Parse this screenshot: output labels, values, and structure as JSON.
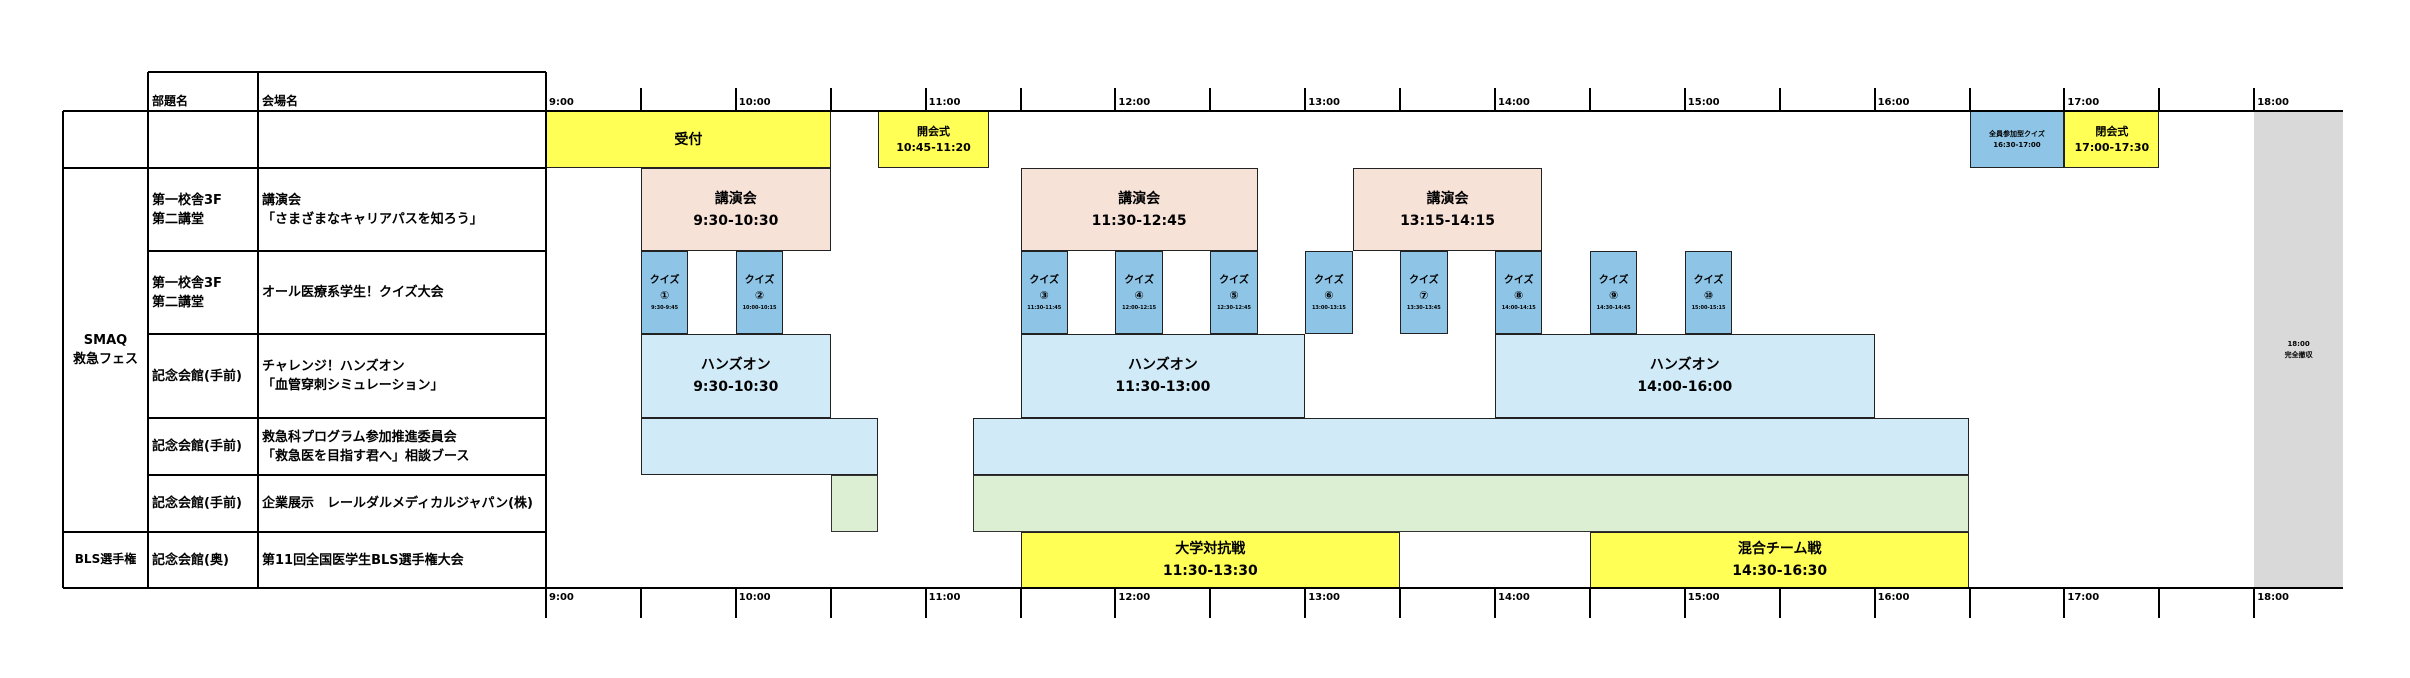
{
  "headers": {
    "department": "部題名",
    "venue": "会場名"
  },
  "time_ticks": [
    "9:00",
    "10:00",
    "11:00",
    "12:00",
    "13:00",
    "14:00",
    "15:00",
    "16:00",
    "17:00",
    "18:00"
  ],
  "rows": [
    {
      "id": "opening",
      "department": "",
      "venue": ""
    },
    {
      "id": "lecture",
      "department": "第一校舎3F\n第二講堂",
      "venue": "講演会\n「さまざまなキャリアパスを知ろう」"
    },
    {
      "id": "quiz",
      "department": "第一校舎3F\n第二講堂",
      "venue": "オール医療系学生！クイズ大会"
    },
    {
      "id": "handson",
      "department": "記念会館(手前)",
      "venue": "チャレンジ！ハンズオン\n「血管穿刺シミュレーション」"
    },
    {
      "id": "booth",
      "department": "記念会館(手前)",
      "venue": "救急科プログラム参加推進委員会\n「救急医を目指す君へ」相談ブース"
    },
    {
      "id": "expo",
      "department": "記念会館(手前)",
      "venue": "企業展示　レールダルメディカルジャパン(株)"
    },
    {
      "id": "bls",
      "department": "記念会館(奥)",
      "venue": "第11回全国医学生BLS選手権大会"
    }
  ],
  "groups": {
    "smaq": "SMAQ\n救急フェス",
    "bls": "BLS選手権"
  },
  "events": [
    {
      "row": "opening",
      "start": "9:00",
      "end": "10:30",
      "style": "yellow",
      "lines": [
        "受付"
      ]
    },
    {
      "row": "opening",
      "start": "10:45",
      "end": "11:20",
      "style": "yellow",
      "lines": [
        "開会式",
        "10:45-11:20"
      ]
    },
    {
      "row": "opening",
      "start": "16:30",
      "end": "17:00",
      "style": "blue",
      "lines": [
        "全員参加型クイズ",
        "16:30-17:00"
      ]
    },
    {
      "row": "opening",
      "start": "17:00",
      "end": "17:30",
      "style": "yellow",
      "lines": [
        "閉会式",
        "17:00-17:30"
      ]
    },
    {
      "row": "lecture",
      "start": "9:30",
      "end": "10:30",
      "style": "peach",
      "lines": [
        "講演会",
        "9:30-10:30"
      ]
    },
    {
      "row": "lecture",
      "start": "11:30",
      "end": "12:45",
      "style": "peach",
      "lines": [
        "講演会",
        "11:30-12:45"
      ]
    },
    {
      "row": "lecture",
      "start": "13:15",
      "end": "14:15",
      "style": "peach",
      "lines": [
        "講演会",
        "13:15-14:15"
      ]
    },
    {
      "row": "quiz",
      "start": "9:30",
      "end": "9:45",
      "style": "blue",
      "lines": [
        "クイズ",
        "①",
        "9:30-9:45"
      ]
    },
    {
      "row": "quiz",
      "start": "10:00",
      "end": "10:15",
      "style": "blue",
      "lines": [
        "クイズ",
        "②",
        "10:00-10:15"
      ]
    },
    {
      "row": "quiz",
      "start": "11:30",
      "end": "11:45",
      "style": "blue",
      "lines": [
        "クイズ",
        "③",
        "11:30-11:45"
      ]
    },
    {
      "row": "quiz",
      "start": "12:00",
      "end": "12:15",
      "style": "blue",
      "lines": [
        "クイズ",
        "④",
        "12:00-12:15"
      ]
    },
    {
      "row": "quiz",
      "start": "12:30",
      "end": "12:45",
      "style": "blue",
      "lines": [
        "クイズ",
        "⑤",
        "12:30-12:45"
      ]
    },
    {
      "row": "quiz",
      "start": "13:00",
      "end": "13:15",
      "style": "blue",
      "lines": [
        "クイズ",
        "⑥",
        "13:00-13:15"
      ]
    },
    {
      "row": "quiz",
      "start": "13:30",
      "end": "13:45",
      "style": "blue",
      "lines": [
        "クイズ",
        "⑦",
        "13:30-13:45"
      ]
    },
    {
      "row": "quiz",
      "start": "14:00",
      "end": "14:15",
      "style": "blue",
      "lines": [
        "クイズ",
        "⑧",
        "14:00-14:15"
      ]
    },
    {
      "row": "quiz",
      "start": "14:30",
      "end": "14:45",
      "style": "blue",
      "lines": [
        "クイズ",
        "⑨",
        "14:30-14:45"
      ]
    },
    {
      "row": "quiz",
      "start": "15:00",
      "end": "15:15",
      "style": "blue",
      "lines": [
        "クイズ",
        "⑩",
        "15:00-15:15"
      ]
    },
    {
      "row": "handson",
      "start": "9:30",
      "end": "10:30",
      "style": "lblue",
      "lines": [
        "ハンズオン",
        "9:30-10:30"
      ]
    },
    {
      "row": "handson",
      "start": "11:30",
      "end": "13:00",
      "style": "lblue",
      "lines": [
        "ハンズオン",
        "11:30-13:00"
      ]
    },
    {
      "row": "handson",
      "start": "14:00",
      "end": "16:00",
      "style": "lblue",
      "lines": [
        "ハンズオン",
        "14:00-16:00"
      ]
    },
    {
      "row": "booth",
      "start": "9:30",
      "end": "10:45",
      "style": "lblue",
      "lines": []
    },
    {
      "row": "booth",
      "start": "11:15",
      "end": "16:30",
      "style": "lblue",
      "lines": []
    },
    {
      "row": "expo",
      "start": "10:30",
      "end": "10:45",
      "style": "lgreen",
      "lines": []
    },
    {
      "row": "expo",
      "start": "11:15",
      "end": "16:30",
      "style": "lgreen",
      "lines": []
    },
    {
      "row": "bls",
      "start": "11:30",
      "end": "13:30",
      "style": "yellow",
      "lines": [
        "大学対抗戦",
        "11:30-13:30"
      ]
    },
    {
      "row": "bls",
      "start": "14:30",
      "end": "16:30",
      "style": "yellow",
      "lines": [
        "混合チーム戦",
        "14:30-16:30"
      ]
    }
  ],
  "final": {
    "start": "18:00",
    "lines": [
      "18:00",
      "完全撤収"
    ]
  }
}
